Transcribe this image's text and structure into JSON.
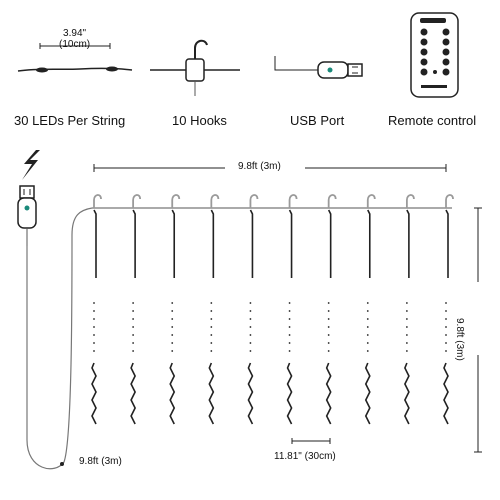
{
  "features": {
    "led_spacing": "3.94\"",
    "led_spacing_metric": "(10cm)",
    "leds_label": "30 LEDs Per String",
    "hooks_label": "10 Hooks",
    "usb_label": "USB Port",
    "remote_label": "Remote control"
  },
  "diagram": {
    "width_label": "9.8ft (3m)",
    "height_label": "9.8ft (3m)",
    "cable_label": "9.8ft (3m)",
    "string_spacing_label": "11.81\" (30cm)",
    "string_count": 10
  },
  "colors": {
    "line": "#222222",
    "hook": "#9a9a9a",
    "usb_green": "#1a8a7a",
    "remote": "#222222"
  }
}
